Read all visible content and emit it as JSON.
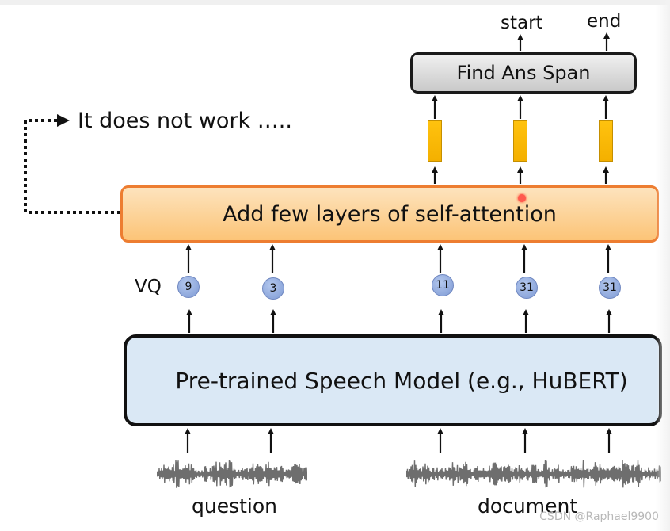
{
  "diagram": {
    "outputs": [
      "start",
      "end"
    ],
    "find_span_box": "Find Ans Span",
    "attention_box": "Add few layers of self-attention",
    "note": "It does not work …..",
    "vq_label": "VQ",
    "tokens": [
      "9",
      "3",
      "11",
      "31",
      "31"
    ],
    "speech_model_box": "Pre-trained Speech Model (e.g., HuBERT)",
    "inputs": [
      "question",
      "document"
    ]
  },
  "watermark": "CSDN @Raphael9900",
  "colors": {
    "attention_fill": "#fcc477",
    "attention_border": "#ed7d31",
    "speech_fill": "#dae8f5",
    "token_fill": "#8fa9dc",
    "vector_fill": "#ffc20e",
    "find_fill": "#d9d9d9"
  }
}
